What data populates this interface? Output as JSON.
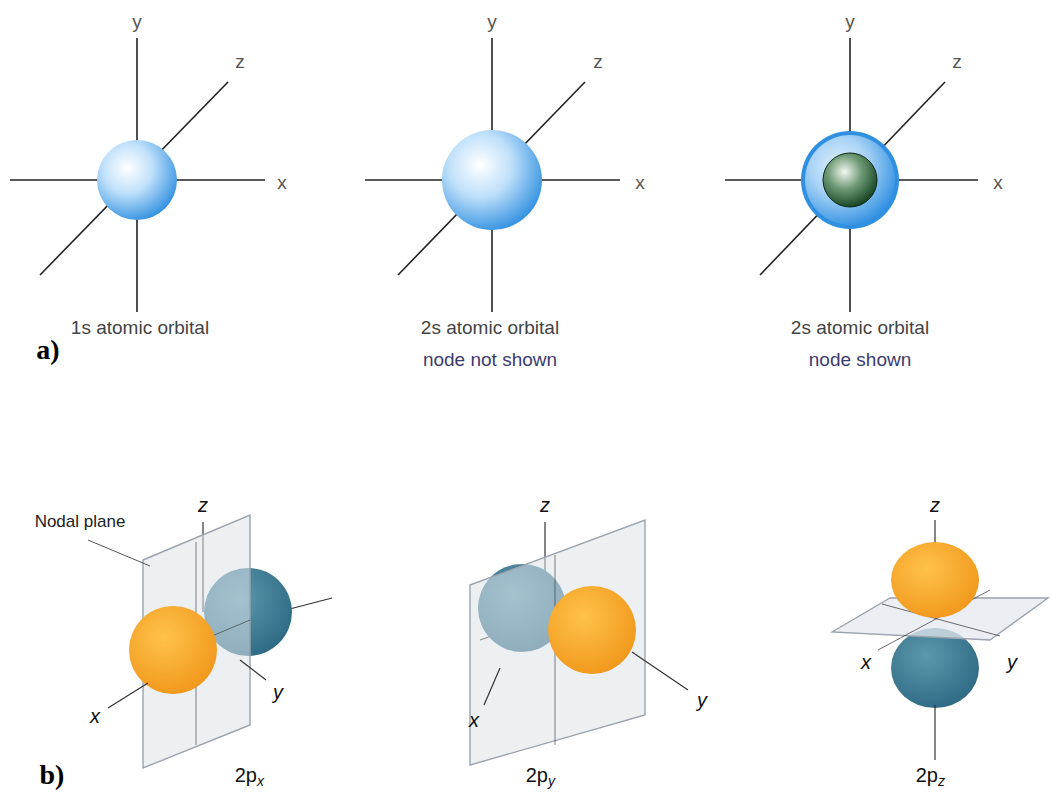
{
  "diagram": {
    "labels": [
      "y",
      "z",
      "x",
      "y",
      "z",
      "x",
      "y",
      "z",
      "x",
      "1s atomic orbital",
      "2s atomic orbital",
      "node not shown",
      "2s atomic orbital",
      "node shown",
      "a)",
      "Nodal plane",
      "z",
      "x",
      "y",
      "2p",
      "x",
      "z",
      "x",
      "y",
      "2p",
      "y",
      "z",
      "x",
      "y",
      "2p",
      "z",
      "b)"
    ]
  }
}
